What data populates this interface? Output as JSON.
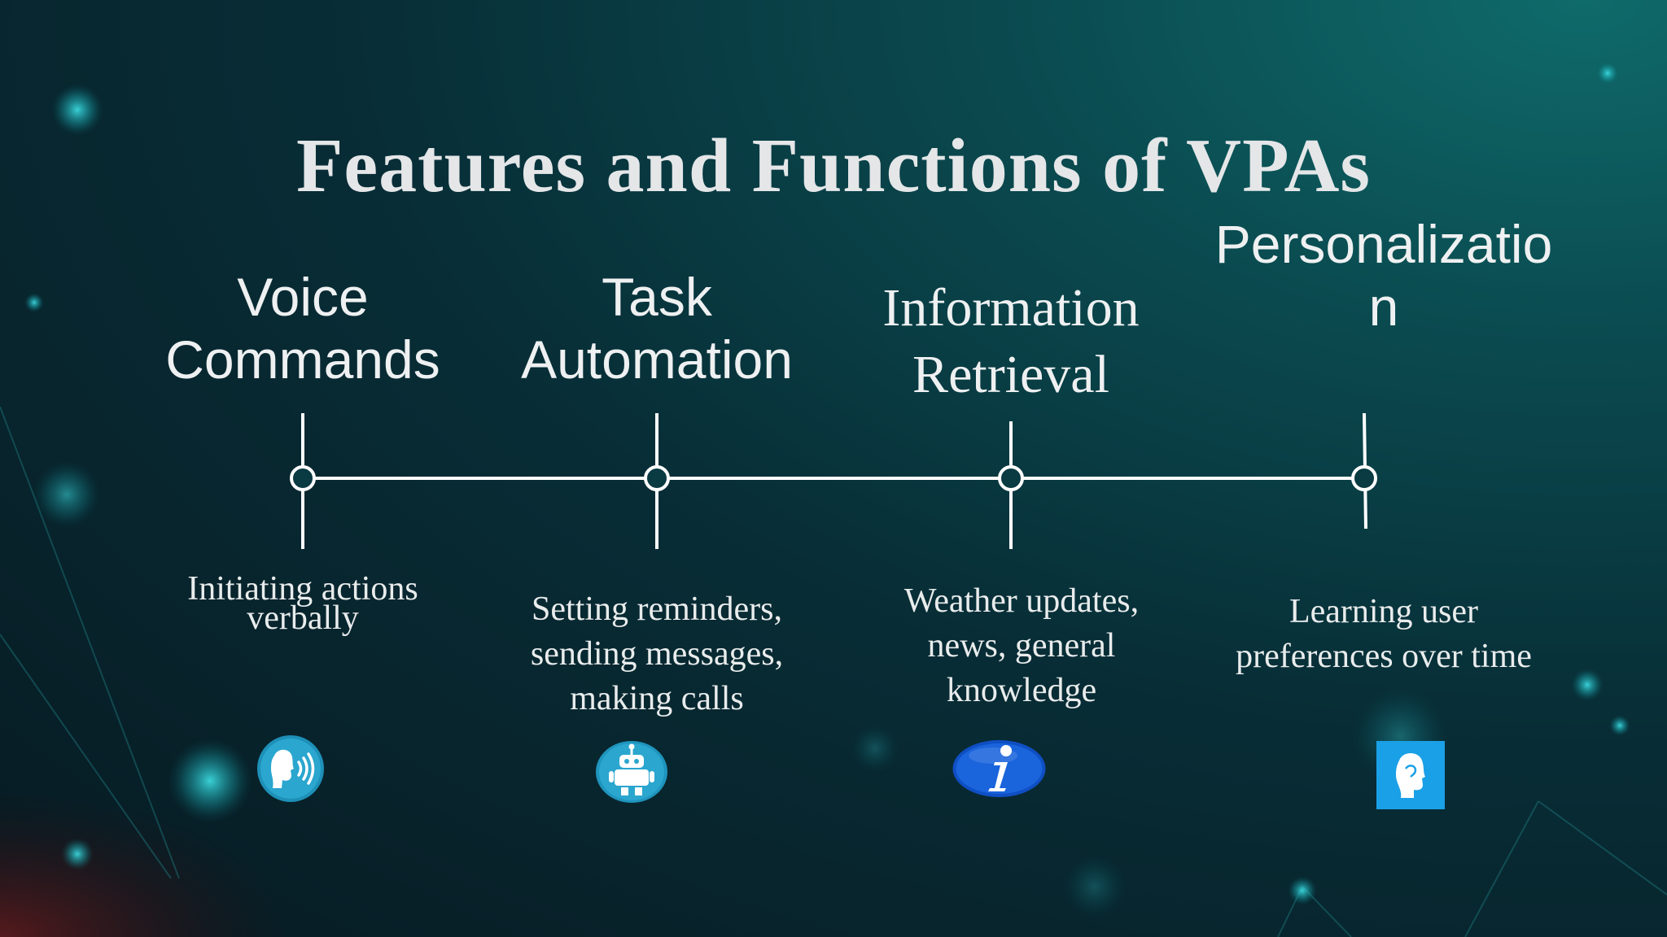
{
  "slide": {
    "title": "Features and Functions of VPAs"
  },
  "features": [
    {
      "heading_line1": "Voice",
      "heading_line2": "Commands",
      "desc_line1": "Initiating actions",
      "desc_line2": "verbally",
      "icon": "speaking-head-icon"
    },
    {
      "heading_line1": "Task",
      "heading_line2": "Automation",
      "desc_line1": "Setting reminders,",
      "desc_line2": "sending messages,",
      "desc_line3": "making calls",
      "icon": "robot-icon"
    },
    {
      "heading_line1": "Information",
      "heading_line2": "Retrieval",
      "desc_line1": "Weather updates,",
      "desc_line2": "news, general",
      "desc_line3": "knowledge",
      "icon": "info-icon"
    },
    {
      "heading_line1": "Personalizatio",
      "heading_line2": "n",
      "desc_line1": "Learning user",
      "desc_line2": "preferences over time",
      "icon": "head-profile-icon"
    }
  ],
  "colors": {
    "background": "#082d36",
    "accent": "#26c6d0",
    "timeline": "#ffffff",
    "info_blue": "#1a5fd6"
  }
}
